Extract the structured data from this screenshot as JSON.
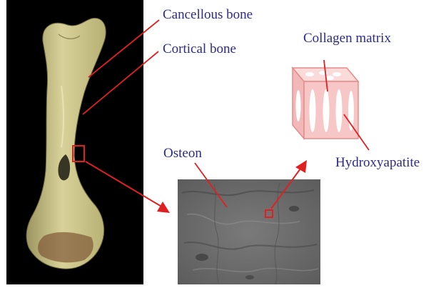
{
  "labels": {
    "cancellous_bone": "Cancellous bone",
    "cortical_bone": "Cortical bone",
    "collagen_matrix": "Collagen matrix",
    "osteon": "Osteon",
    "hydroxyapatite": "Hydroxyapatite"
  },
  "colors": {
    "label_text": "#2b2b8f",
    "pointer_red": "#e02020",
    "photo_background": "#000000",
    "bone": "#c9c38a",
    "cube_fill": "#f7c6c6",
    "cube_edge": "#e88a8a",
    "micrograph_gray": "#6f6f6f"
  }
}
